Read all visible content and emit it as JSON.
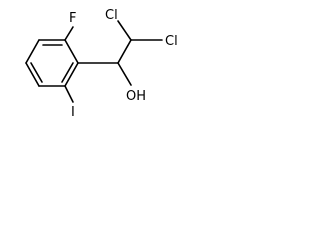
{
  "molecule": {
    "atoms": {
      "fluorine": "F",
      "chlorine_1": "Cl",
      "chlorine_2": "Cl",
      "hydroxyl": "OH",
      "iodine": "I"
    },
    "colors": {
      "bond": "#000000",
      "label": "#000000",
      "background": "#ffffff"
    }
  }
}
